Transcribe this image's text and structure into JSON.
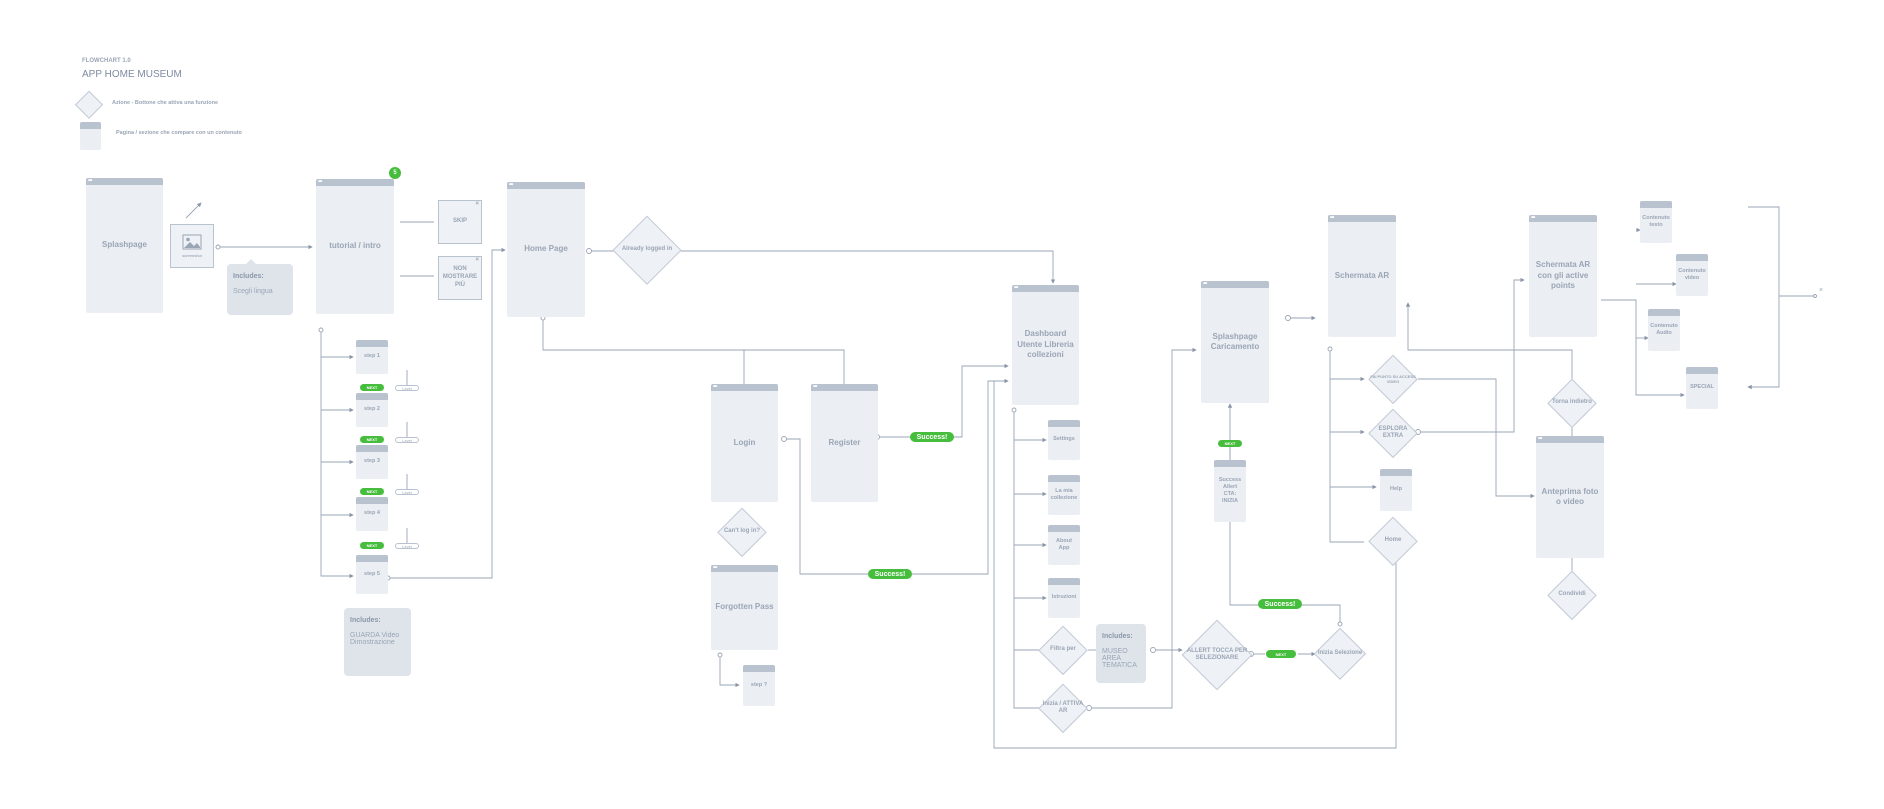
{
  "header": {
    "kicker": "FLOWCHART 1.0",
    "title": "APP HOME MUSEUM"
  },
  "legend": {
    "action": "Azione - Bottone che attiva una funzione",
    "page": "Pagina / sezione che compare con un contenuto"
  },
  "badge_count": "5",
  "pages": {
    "splashpage": "Splashpage",
    "tutorial": "tutorial / intro",
    "home": "Home Page",
    "login": "Login",
    "register": "Register",
    "forgotten": "Forgotten Pass",
    "step_q": "step ?",
    "dashboard": "Dashboard Utente Libreria collezioni",
    "settings": "Settings",
    "collezione": "La mia collezione",
    "about": "About App",
    "istruzioni": "Istruzioni",
    "splash_caricamento": "Splashpage Caricamento",
    "success_alert": "Success Allert CTA: INIZIA",
    "schermata_ar": "Schermata AR",
    "schermata_ar_points": "Schermata AR con gli active points",
    "help": "Help",
    "anteprima": "Anteprima foto o video",
    "contenuto_testo": "Contenuto testo",
    "contenuto_video": "Contenuto video",
    "contenuto_audio": "Contenuto Audio",
    "special": "SPECIAL"
  },
  "steps": [
    "step 1",
    "step 2",
    "step 3",
    "step 4",
    "step 5"
  ],
  "step_next": "NEXT",
  "step_back": "Level",
  "splash_image_caption": "screenshot",
  "buttons": {
    "skip": "SKIP",
    "non_mostrare": "NON MOSTRARE PIÙ"
  },
  "includes": {
    "label": "Includes:",
    "lingua": "Scegli lingua",
    "video": "GUARDA Video Dimostrazione",
    "museo": "MUSEO AREA TEMATICA"
  },
  "decisions": {
    "already_logged": "Already logged in",
    "cant_log": "Can't log in?",
    "filtra": "Filtra per",
    "inizia_ar": "Inizia / ATTIVA AR",
    "alert": "ALLERT TOCCA PER SELEZIONARE",
    "inizia_selezione": "Inizia Selezione",
    "fai_punto": "FAI PUNTO SU ACCESS VIDEO",
    "esplora": "ESPLORA EXTRA",
    "home": "Home",
    "torna": "Torna indietro",
    "condividi": "Condividi"
  },
  "success_label": "Success!",
  "next_label": "NEXT"
}
